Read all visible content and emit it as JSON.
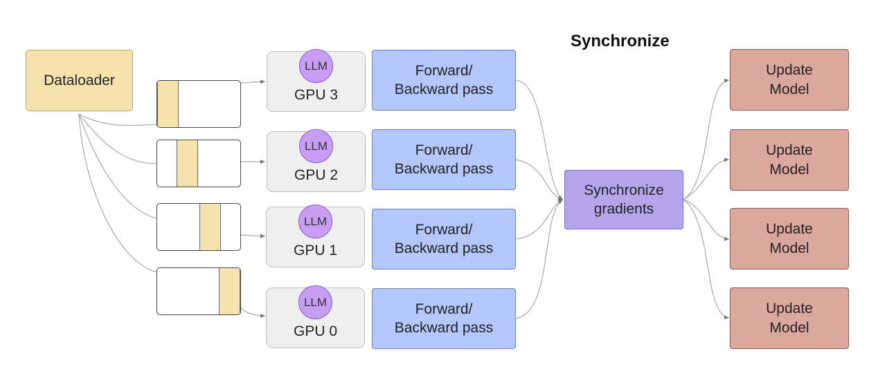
{
  "title": "Synchronize",
  "dataloader": {
    "label": "Dataloader"
  },
  "gpus": [
    {
      "llm": "LLM",
      "label": "GPU 3"
    },
    {
      "llm": "LLM",
      "label": "GPU 2"
    },
    {
      "llm": "LLM",
      "label": "GPU 1"
    },
    {
      "llm": "LLM",
      "label": "GPU 0"
    }
  ],
  "passes": [
    {
      "label": "Forward/\nBackward pass"
    },
    {
      "label": "Forward/\nBackward pass"
    },
    {
      "label": "Forward/\nBackward pass"
    },
    {
      "label": "Forward/\nBackward pass"
    }
  ],
  "sync": {
    "label": "Synchronize\ngradients"
  },
  "updates": [
    {
      "label": "Update\nModel"
    },
    {
      "label": "Update\nModel"
    },
    {
      "label": "Update\nModel"
    },
    {
      "label": "Update\nModel"
    }
  ],
  "colors": {
    "dataloader": "#f6e2ad",
    "llm": "#c79ef2",
    "pass": "#b4c7fa",
    "sync": "#b4a6ea",
    "update": "#dca79d"
  }
}
